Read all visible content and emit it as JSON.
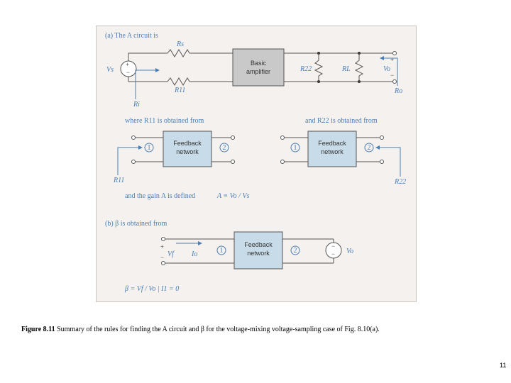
{
  "figure": {
    "part_a_title": "(a)   The A circuit is",
    "labels": {
      "Rs": "Rs",
      "R11": "R11",
      "Vs": "Vs",
      "Ri": "Ri",
      "R22": "R22",
      "RL": "RL",
      "Vo": "Vo",
      "Ro": "Ro",
      "R11_left": "R11",
      "R22_right": "R22",
      "Vf": "Vf",
      "Io": "Io",
      "Vo_source": "Vo"
    },
    "amplifier_box": {
      "line1": "Basic",
      "line2": "amplifier",
      "fill": "#c9c9c9"
    },
    "where_text": "where R11 is obtained from",
    "and_text": "and R22 is obtained from",
    "feedback_box": {
      "line1": "Feedback",
      "line2": "network",
      "fill": "#c7dbe8"
    },
    "port1": "1",
    "port2": "2",
    "gain_text": "and the gain A is defined",
    "gain_eq": "A ≡ Vo / Vs",
    "part_b_title": "(b)   β is obtained from",
    "beta_eq": "β = Vf / Vo | I1 = 0",
    "colors": {
      "accent": "#4a7fb5",
      "panel": "#f4f1ee",
      "wire": "#555555"
    }
  },
  "caption": {
    "number": "Figure 8.11",
    "text": " Summary of the rules for finding the A circuit and β for the voltage-mixing voltage-sampling case of Fig. 8.10(a)."
  },
  "page_number": "11"
}
